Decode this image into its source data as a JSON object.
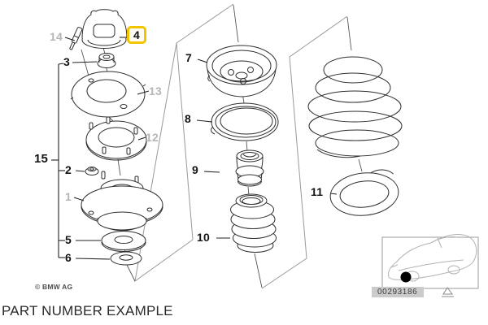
{
  "page": {
    "title": "PART NUMBER EXAMPLE",
    "copyright": "© BMW AG"
  },
  "callouts": {
    "c1": "1",
    "c2": "2",
    "c3": "3",
    "c4": "4",
    "c5": "5",
    "c6": "6",
    "c7": "7",
    "c8": "8",
    "c9": "9",
    "c10": "10",
    "c11": "11",
    "c12": "12",
    "c13": "13",
    "c14": "14",
    "c15": "15"
  },
  "highlight": {
    "highlighted_callout": "4",
    "color": "#F2C500"
  },
  "part_number_box": {
    "number": "00293186"
  },
  "icons": {
    "car_locator": "car-side-outline-icon",
    "location_marker": "black-dot-marker",
    "watermark": "triangle-outline-icon"
  },
  "colors": {
    "ghost_label": "#b5b5b5",
    "normal_label": "#141414",
    "part_line": "#2e2e2e",
    "page_edge": "#999999"
  }
}
